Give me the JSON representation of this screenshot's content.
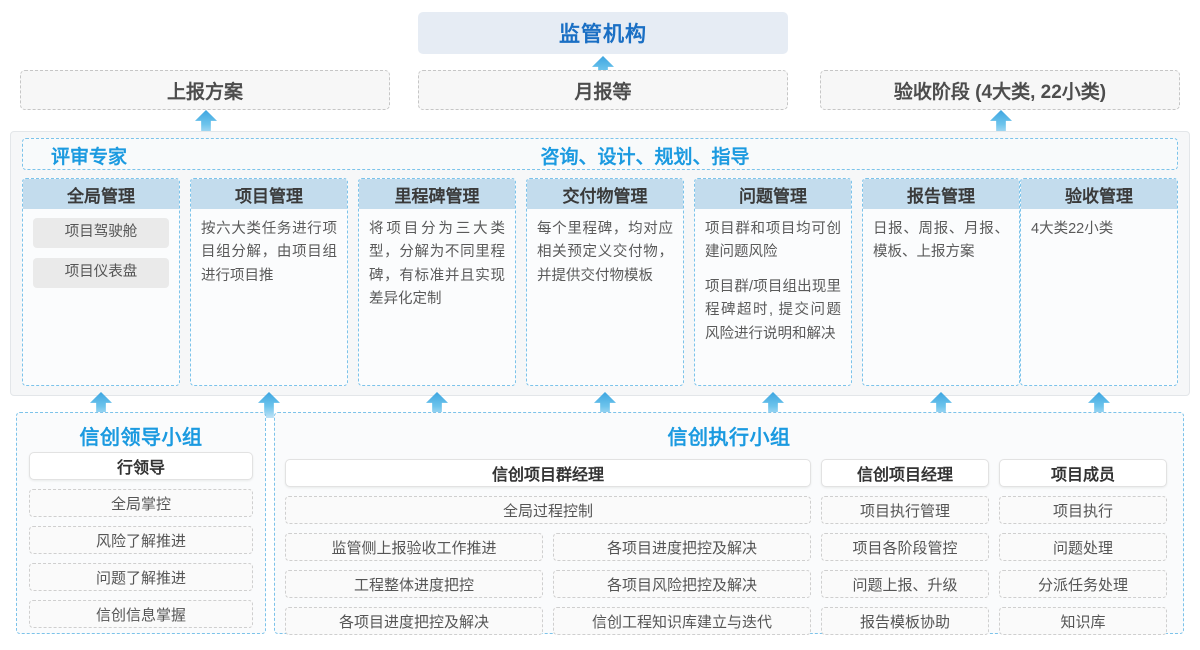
{
  "diagram": {
    "regulator": {
      "label": "监管机构"
    },
    "reports": [
      {
        "label": "上报方案"
      },
      {
        "label": "月报等"
      },
      {
        "label": "验收阶段 (4大类, 22小类)"
      }
    ],
    "panel": {
      "header_left": "评审专家",
      "header_center": "咨询、设计、规划、指导"
    },
    "columns": [
      {
        "title": "全局管理",
        "chips": [
          "项目驾驶舱",
          "项目仪表盘"
        ],
        "paragraphs": []
      },
      {
        "title": "项目管理",
        "chips": [],
        "paragraphs": [
          "按六大类任务进行项目组分解，由项目组进行项目推"
        ]
      },
      {
        "title": "里程碑管理",
        "chips": [],
        "paragraphs": [
          "将项目分为三大类型，分解为不同里程碑，有标准并且实现差异化定制"
        ]
      },
      {
        "title": "交付物管理",
        "chips": [],
        "paragraphs": [
          "每个里程碑，均对应相关预定义交付物，并提供交付物模板"
        ]
      },
      {
        "title": "问题管理",
        "chips": [],
        "paragraphs": [
          "项目群和项目均可创建问题风险",
          "项目群/项目组出现里程碑超时, 提交问题风险进行说明和解决"
        ]
      },
      {
        "title": "报告管理",
        "chips": [],
        "paragraphs": [
          "日报、周报、月报、模板、上报方案"
        ]
      },
      {
        "title": "验收管理",
        "chips": [],
        "paragraphs": [
          "4大类22小类"
        ]
      }
    ],
    "leader_group": {
      "title": "信创领导小组",
      "role": "行领导",
      "items": [
        "全局掌控",
        "风险了解推进",
        "问题了解推进",
        "信创信息掌握"
      ]
    },
    "exec_group": {
      "title": "信创执行小组",
      "program_manager": {
        "role": "信创项目群经理",
        "wide_item": "全局过程控制",
        "left_items": [
          "监管侧上报验收工作推进",
          "工程整体进度把控",
          "各项目进度把控及解决"
        ],
        "right_items": [
          "各项目进度把控及解决",
          "各项目风险把控及解决",
          "信创工程知识库建立与迭代"
        ]
      },
      "project_manager": {
        "role": "信创项目经理",
        "items": [
          "项目执行管理",
          "项目各阶段管控",
          "问题上报、升级",
          "报告模板协助"
        ]
      },
      "members": {
        "role": "项目成员",
        "items": [
          "项目执行",
          "问题处理",
          "分派任务处理",
          "知识库"
        ]
      }
    },
    "colors": {
      "accent_blue": "#1b9ae0",
      "title_blue": "#1a6fc4",
      "column_header": "#c3dced",
      "regulator_bg": "#e6ecf4",
      "panel_bg": "#f6f7f8",
      "dashed_border": "#7cc3ea"
    }
  }
}
